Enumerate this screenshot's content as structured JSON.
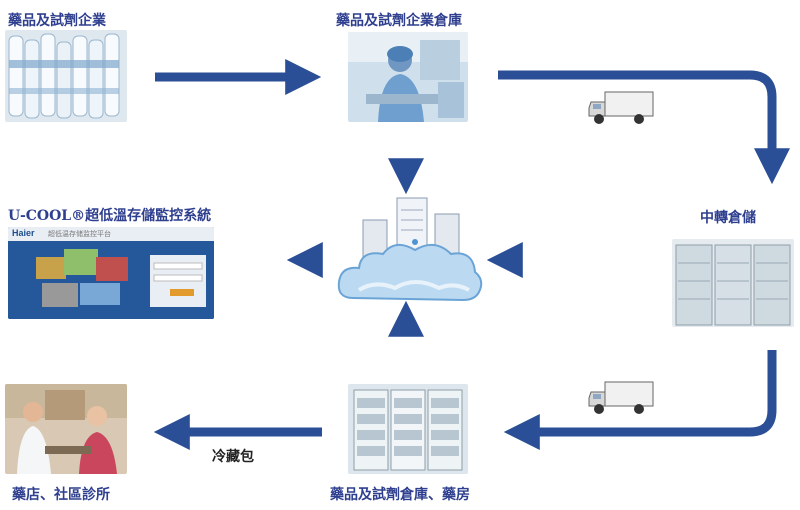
{
  "labels": {
    "pharma_enterprise": "藥品及試劑企業",
    "enterprise_warehouse": "藥品及試劑企業倉庫",
    "monitoring_system": "U-COOL®超低溫存儲監控系統",
    "transfer_storage": "中轉倉儲",
    "warehouse_pharmacy": "藥品及試劑倉庫、藥房",
    "pharmacy_clinic": "藥店、社區診所",
    "cold_pack": "冷藏包"
  },
  "screen": {
    "brand": "Haier",
    "header_text": "超低温存储监控平台"
  },
  "colors": {
    "arrow": "#2a4f96",
    "label": "#2f3f8f"
  },
  "icons": [
    "truck-icon",
    "server-cloud-icon"
  ]
}
